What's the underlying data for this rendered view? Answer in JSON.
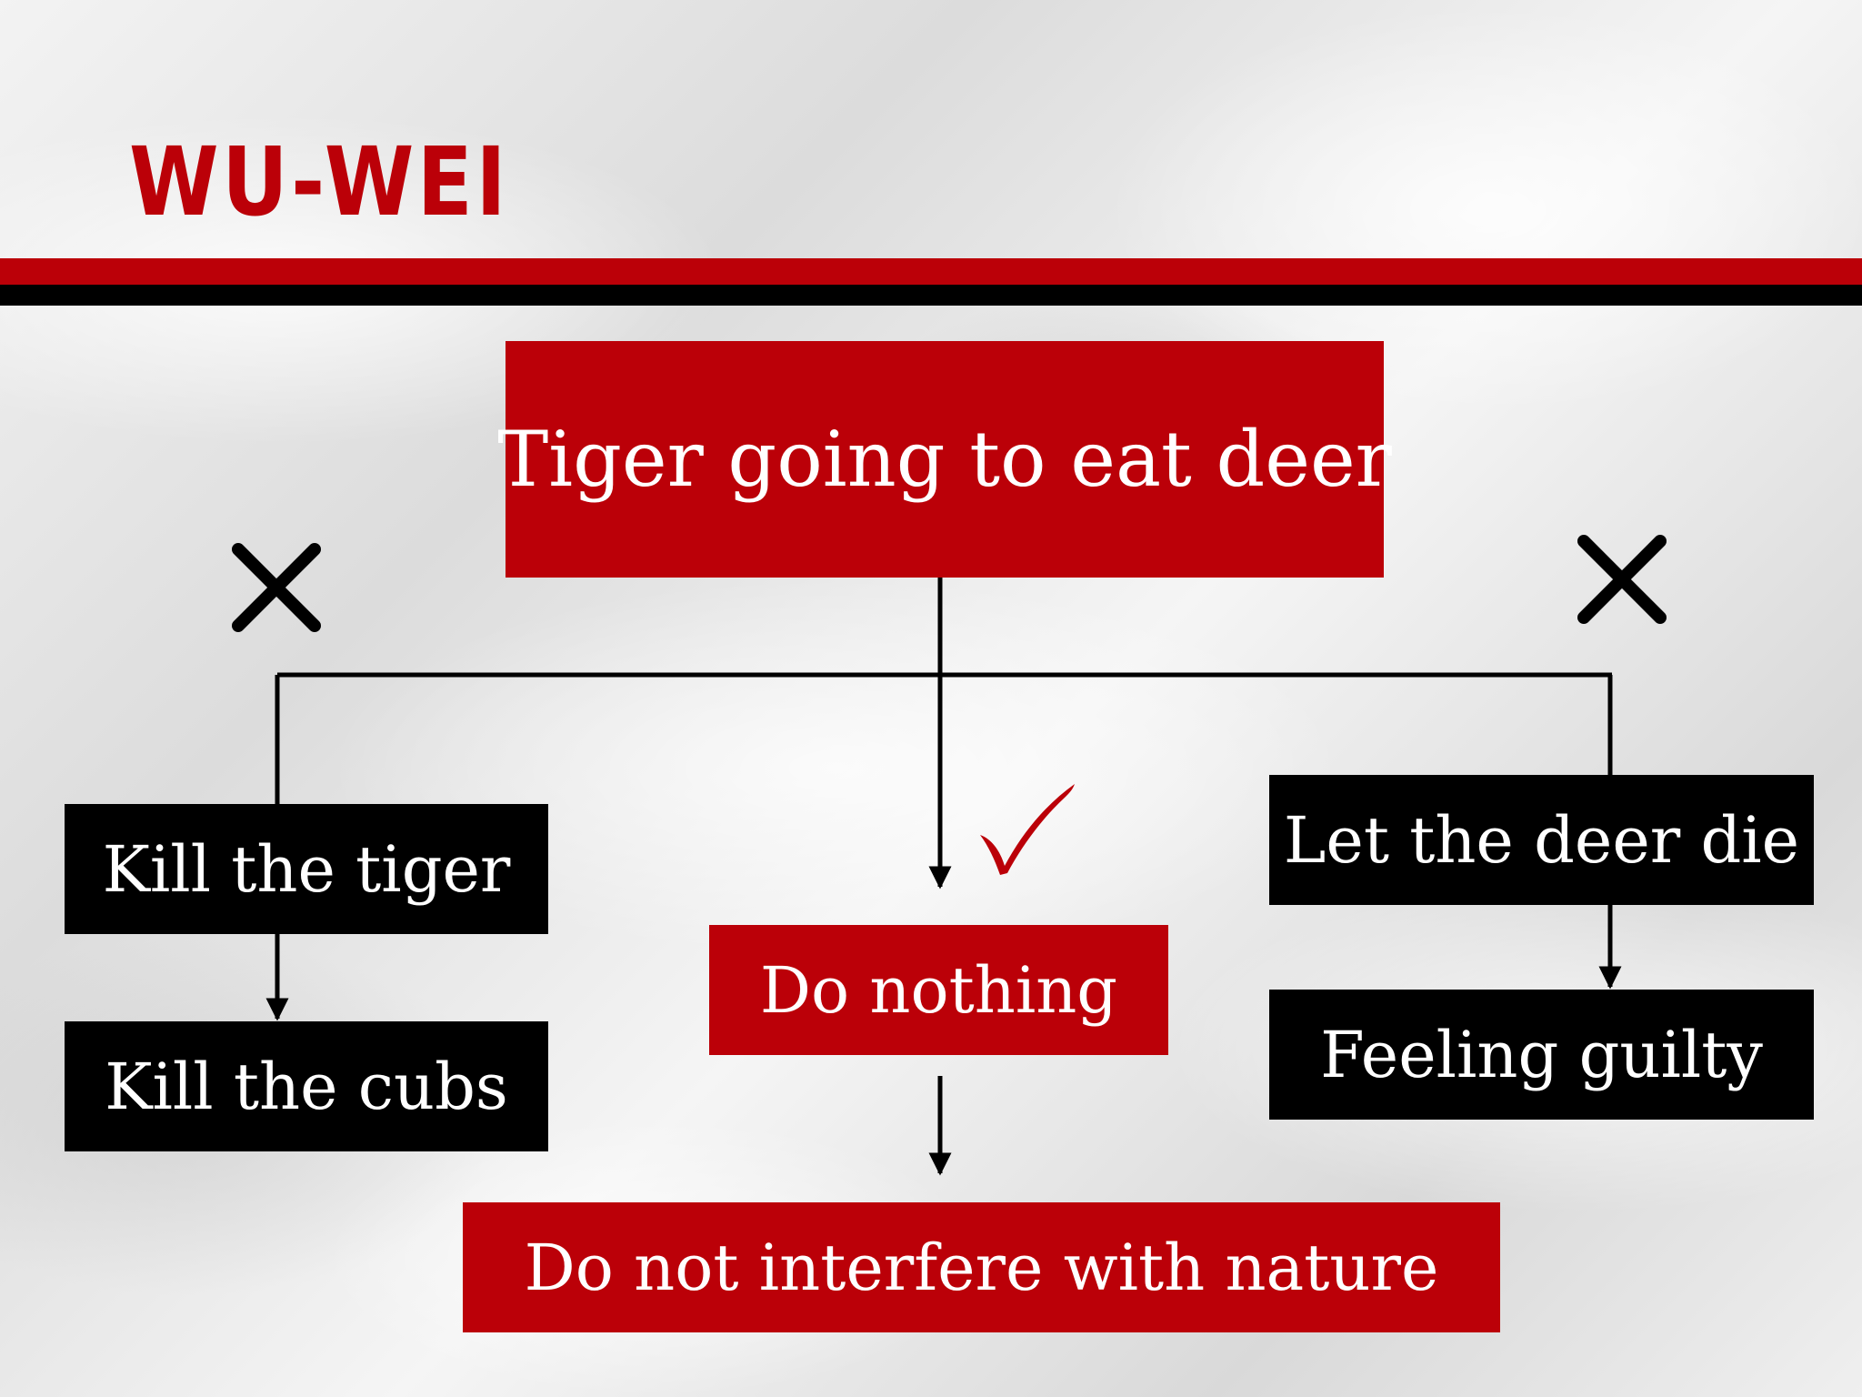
{
  "title": "WU-WEI",
  "colors": {
    "accent": "#bb0008",
    "dark": "#000000",
    "text_on_box": "#ffffff"
  },
  "nodes": {
    "root": "Tiger going to eat deer",
    "left_option": "Kill the tiger",
    "left_result": "Kill the cubs",
    "middle_option": "Do nothing",
    "middle_result": "Do not interfere with nature",
    "right_option": "Let the deer die",
    "right_result": "Feeling guilty"
  },
  "marks": {
    "left": "cross-icon",
    "right": "cross-icon",
    "middle": "checkmark-icon"
  }
}
